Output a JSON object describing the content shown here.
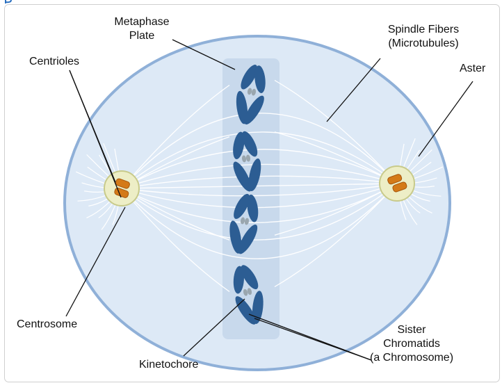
{
  "colors": {
    "cell_fill": "#dde9f6",
    "cell_stroke": "#8fb0d8",
    "plate_fill": "#c8d9ec",
    "chromosome": "#2c5d93",
    "centromere": "#9aa6ae",
    "centrosome_fill": "#edeec6",
    "centrosome_stroke": "#c8ca8a",
    "centriole": "#d47a18",
    "fiber": "#ffffff",
    "leader_line": "#111111",
    "frame_border": "#cfcfcf",
    "top_fragment": "#2a6fbf"
  },
  "labels": {
    "metaphase_plate_line1": "Metaphase",
    "metaphase_plate_line2": "Plate",
    "spindle_fibers_line1": "Spindle Fibers",
    "spindle_fibers_line2": "(Microtubules)",
    "centrioles": "Centrioles",
    "aster": "Aster",
    "centrosome": "Centrosome",
    "kinetochore": "Kinetochore",
    "sister_line1": "Sister",
    "sister_line2": "Chromatids",
    "sister_line3": "(a Chromosome)"
  },
  "chromosome_count": 4,
  "icons": {
    "chromosome": "x-shaped-chromosome-icon",
    "centriole": "centriole-pair-icon"
  }
}
